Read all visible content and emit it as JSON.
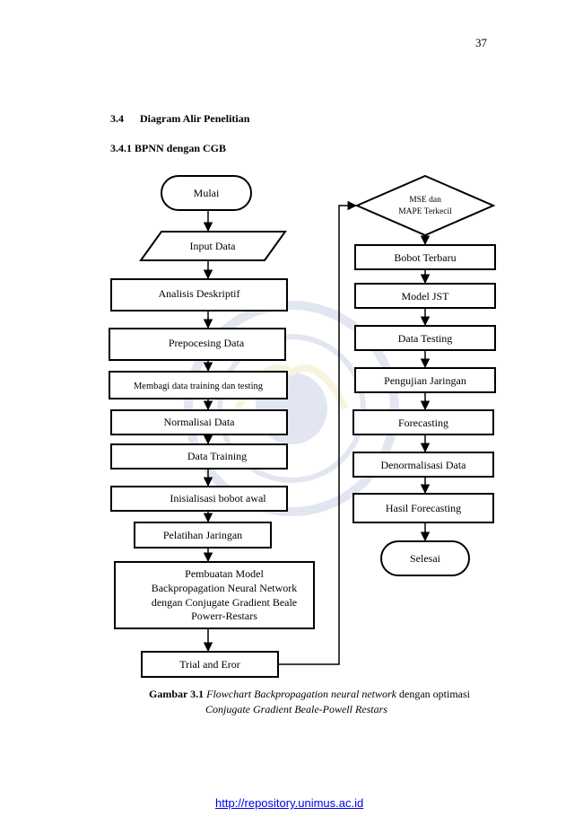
{
  "page_number": "37",
  "headings": {
    "section_num": "3.4",
    "section_title": "Diagram Alir Penelitian",
    "subsection": "3.4.1 BPNN dengan CGB"
  },
  "flowchart": {
    "left": [
      {
        "id": "mulai",
        "label": "Mulai",
        "shape": "terminator"
      },
      {
        "id": "input-data",
        "label": "Input Data",
        "shape": "parallelogram"
      },
      {
        "id": "analisis-deskriptif",
        "label": "Analisis Deskriptif",
        "shape": "process"
      },
      {
        "id": "prepocesing-data",
        "label": "Prepocesing Data",
        "shape": "process"
      },
      {
        "id": "membagi-data",
        "label": "Membagi data training dan testing",
        "shape": "process"
      },
      {
        "id": "normalisai-data",
        "label": "Normalisai Data",
        "shape": "process"
      },
      {
        "id": "data-training",
        "label": "Data Training",
        "shape": "process"
      },
      {
        "id": "inisialisasi-bobot",
        "label": "Inisialisasi bobot awal",
        "shape": "process"
      },
      {
        "id": "pelatihan-jaringan",
        "label": "Pelatihan Jaringan",
        "shape": "process"
      },
      {
        "id": "pembuatan-model",
        "lines": [
          "Pembuatan Model",
          "Backpropagation Neural Network",
          "dengan Conjugate Gradient Beale",
          "Powerr-Restars"
        ],
        "shape": "process"
      },
      {
        "id": "trial-eror",
        "label": "Trial and Eror",
        "shape": "process"
      }
    ],
    "right": [
      {
        "id": "mse-mape",
        "lines": [
          "MSE dan",
          "MAPE Terkecil"
        ],
        "shape": "decision"
      },
      {
        "id": "bobot-terbaru",
        "label": "Bobot Terbaru",
        "shape": "process"
      },
      {
        "id": "model-jst",
        "label": "Model JST",
        "shape": "process"
      },
      {
        "id": "data-testing",
        "label": "Data Testing",
        "shape": "process"
      },
      {
        "id": "pengujian-jaringan",
        "label": "Pengujian Jaringan",
        "shape": "process"
      },
      {
        "id": "forecasting",
        "label": "Forecasting",
        "shape": "process"
      },
      {
        "id": "denormalisasi-data",
        "label": "Denormalisasi Data",
        "shape": "process"
      },
      {
        "id": "hasil-forecasting",
        "label": "Hasil Forecasting",
        "shape": "process"
      },
      {
        "id": "selesai",
        "label": "Selesai",
        "shape": "terminator"
      }
    ]
  },
  "caption": {
    "figure": "Gambar 3.1",
    "italic1": "Flowchart Backpropagation neural network",
    "normal1": "dengan optimasi",
    "line2": "Conjugate Gradient Beale-Powell Restars"
  },
  "footer": {
    "link": "http://repository.unimus.ac.id"
  }
}
